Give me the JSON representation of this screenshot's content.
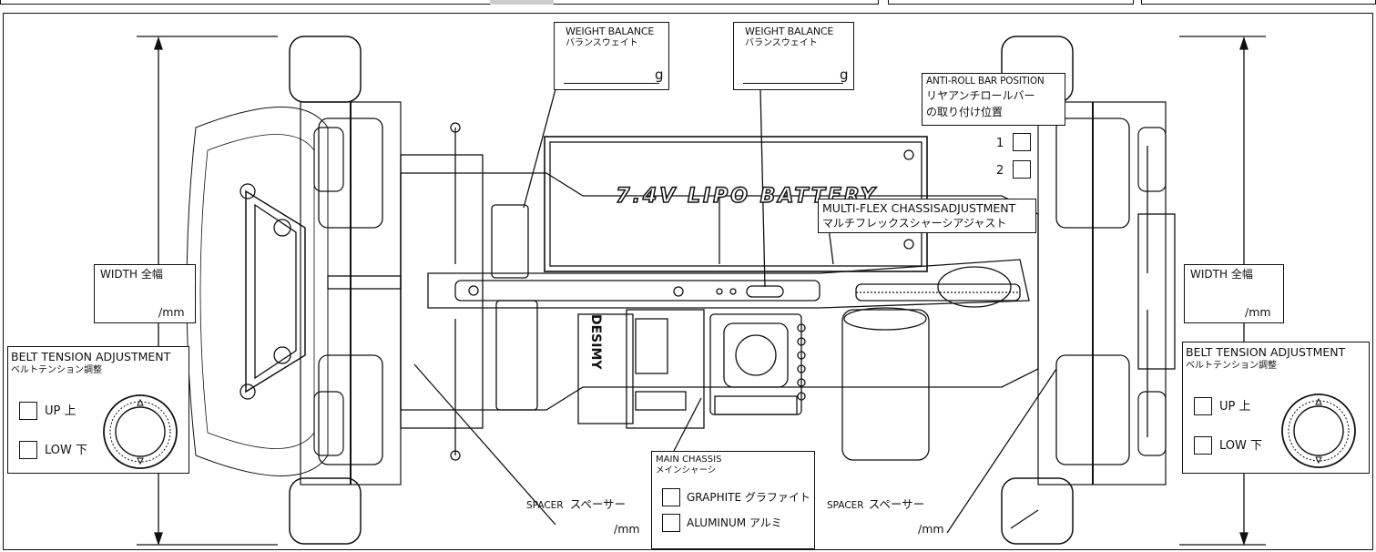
{
  "weight_balance_left": {
    "label_en": "WEIGHT BALANCE",
    "label_jp": "バランスウェイト",
    "unit": "g"
  },
  "weight_balance_right": {
    "label_en": "WEIGHT BALANCE",
    "label_jp": "バランスウェイト",
    "unit": "g"
  },
  "anti_roll_bar": {
    "label_en": "ANTI-ROLL BAR POSITION",
    "label_jp_line1": "リヤアンチロールバー",
    "label_jp_line2": "の取り付け位置",
    "options": [
      "1",
      "2"
    ]
  },
  "multi_flex": {
    "label_en": "MULTI-FLEX CHASSISADJUSTMENT",
    "label_jp": "マルチフレックスシャーシアジャスト"
  },
  "width_left": {
    "label": "WIDTH 全幅",
    "unit": "/mm"
  },
  "width_right": {
    "label": "WIDTH 全幅",
    "unit": "/mm"
  },
  "belt_tension_left": {
    "label_en": "BELT TENSION ADJUSTMENT",
    "label_jp": "ベルトテンション調整",
    "up": "UP 上",
    "low": "LOW 下"
  },
  "belt_tension_right": {
    "label_en": "BELT TENSION ADJUSTMENT",
    "label_jp": "ベルトテンション調整",
    "up": "UP 上",
    "low": "LOW 下"
  },
  "spacer_left": {
    "label_en": "SPACER",
    "label_jp": "スペーサー",
    "unit": "/mm"
  },
  "spacer_right": {
    "label_en": "SPACER",
    "label_jp": "スペーサー",
    "unit": "/mm"
  },
  "main_chassis": {
    "label_en": "MAIN CHASSIS",
    "label_jp": "メインシャーシ",
    "graphite": "GRAPHITE グラファイト",
    "aluminum": "ALUMINUM アルミ"
  },
  "battery_text": "7.4V LIPO BATTERY",
  "esc_text": "DESIMY"
}
